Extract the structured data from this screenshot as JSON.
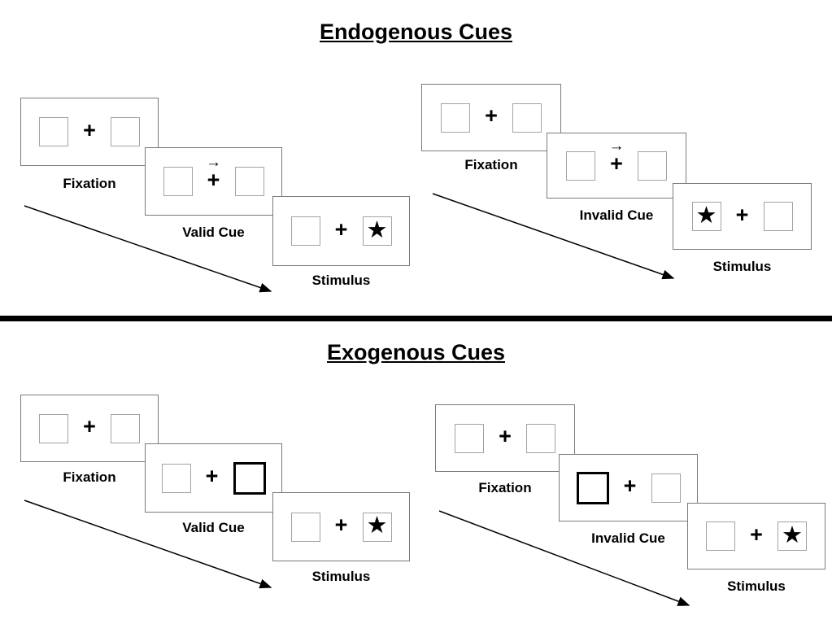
{
  "glyphs": {
    "plus": "+",
    "cue_arrow": "→"
  },
  "sections": [
    {
      "title": "Endogenous Cues",
      "panels": [
        {
          "name": "valid",
          "steps": [
            {
              "label": "Fixation",
              "left": "",
              "right": ""
            },
            {
              "label": "Valid Cue",
              "left": "",
              "right": ""
            },
            {
              "label": "Stimulus",
              "left": "",
              "right": "★"
            }
          ]
        },
        {
          "name": "invalid",
          "steps": [
            {
              "label": "Fixation",
              "left": "",
              "right": ""
            },
            {
              "label": "Invalid Cue",
              "left": "",
              "right": ""
            },
            {
              "label": "Stimulus",
              "left": "★",
              "right": ""
            }
          ]
        }
      ]
    },
    {
      "title": "Exogenous Cues",
      "panels": [
        {
          "name": "valid",
          "steps": [
            {
              "label": "Fixation",
              "left": "",
              "right": ""
            },
            {
              "label": "Valid Cue",
              "left": "",
              "right": ""
            },
            {
              "label": "Stimulus",
              "left": "",
              "right": "★"
            }
          ]
        },
        {
          "name": "invalid",
          "steps": [
            {
              "label": "Fixation",
              "left": "",
              "right": ""
            },
            {
              "label": "Invalid Cue",
              "left": "",
              "right": ""
            },
            {
              "label": "Stimulus",
              "left": "",
              "right": "★"
            }
          ]
        }
      ]
    }
  ]
}
